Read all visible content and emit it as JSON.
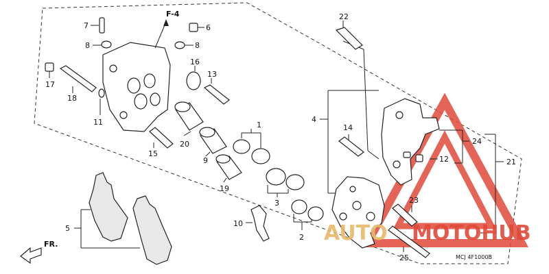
{
  "diagram": {
    "ref_label": "F-4",
    "direction_label": "FR.",
    "code": "MCJ 4F1000B",
    "watermark": {
      "left": "AUTO",
      "right": "MOTOHUB"
    },
    "colors": {
      "watermark_red": "#e04a3a",
      "watermark_gold": "#e7b96a",
      "line": "#222222"
    },
    "callouts": {
      "c1": "1",
      "c2": "2",
      "c3": "3",
      "c4": "4",
      "c5": "5",
      "c6": "6",
      "c7": "7",
      "c8a": "8",
      "c8b": "8",
      "c9": "9",
      "c10": "10",
      "c11": "11",
      "c12": "12",
      "c13": "13",
      "c14": "14",
      "c15": "15",
      "c16": "16",
      "c17": "17",
      "c18": "18",
      "c19": "19",
      "c20": "20",
      "c21": "21",
      "c22": "22",
      "c23": "23",
      "c24": "24",
      "c25": "25"
    }
  }
}
